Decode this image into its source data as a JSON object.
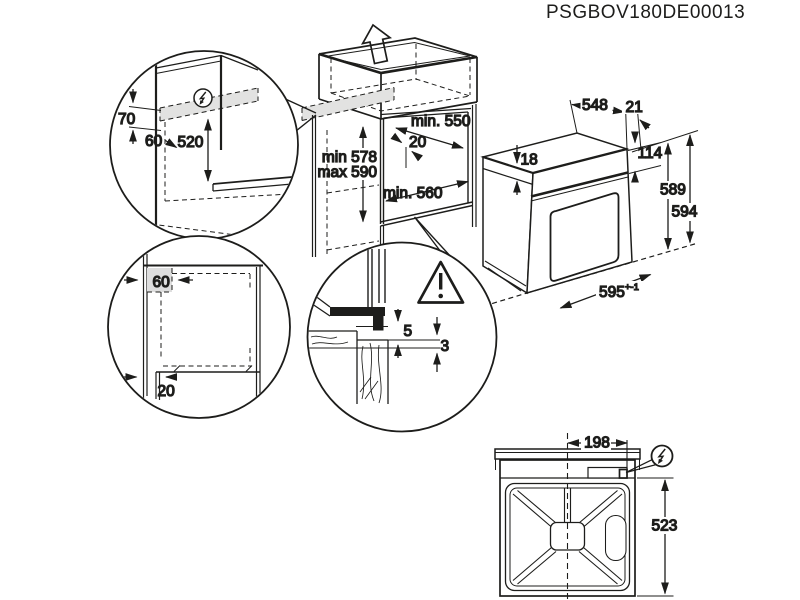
{
  "product_code": "PSGBOV180DE00013",
  "colors": {
    "line": "#1d1d1b",
    "shade": "#e2e2e1",
    "background": "#ffffff"
  },
  "cabinet": {
    "depth_top": "min. 550",
    "front_offset": "20",
    "height_min": "min 578",
    "height_max": "max 590",
    "depth_bottom": "min. 560"
  },
  "oven": {
    "body_depth": "548",
    "door_thickness": "21",
    "top_inset": "18",
    "panel_height": "114",
    "body_height": "589",
    "total_height": "594",
    "width": "595",
    "width_tolerance": "+-1"
  },
  "electrical_detail": {
    "zone_height": "70",
    "zone_offset": "60",
    "height_above_shelf": "520"
  },
  "side_detail": {
    "rear_gap": "60",
    "front_overhang": "20"
  },
  "gap_detail": {
    "upper_gap": "5",
    "lower_gap": "3"
  },
  "top_view": {
    "connection_offset": "198",
    "connection_depth": "523"
  },
  "icons": {
    "electric": "electric-connection-icon",
    "warning": "warning-icon",
    "lift": "lift-up-arrow-icon"
  }
}
